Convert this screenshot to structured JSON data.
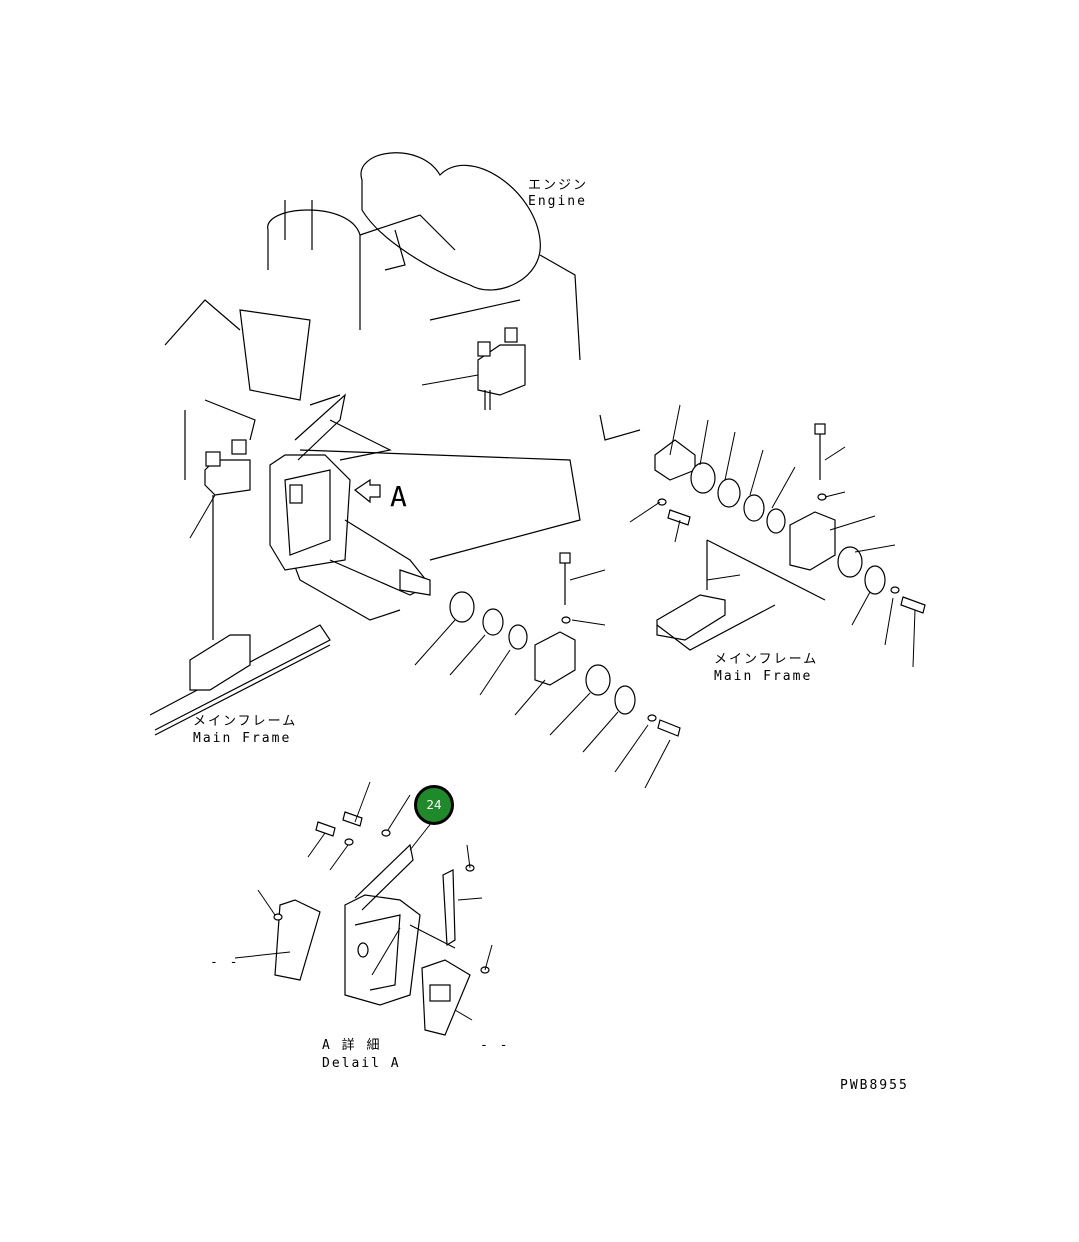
{
  "labels": {
    "engine_jp": "エンジン",
    "engine_en": "Engine",
    "main_frame_right_jp": "メインフレーム",
    "main_frame_right_en": "Main Frame",
    "main_frame_left_jp": "メインフレーム",
    "main_frame_left_en": "Main Frame",
    "view_arrow": "A",
    "detail_jp": "A 詳 細",
    "detail_en": "Delail A",
    "dash_left": "- -",
    "dash_right": "- -",
    "drawing_code": "PWB8955"
  },
  "callouts": [
    {
      "number": "24",
      "color": "#1f8a2a"
    }
  ]
}
